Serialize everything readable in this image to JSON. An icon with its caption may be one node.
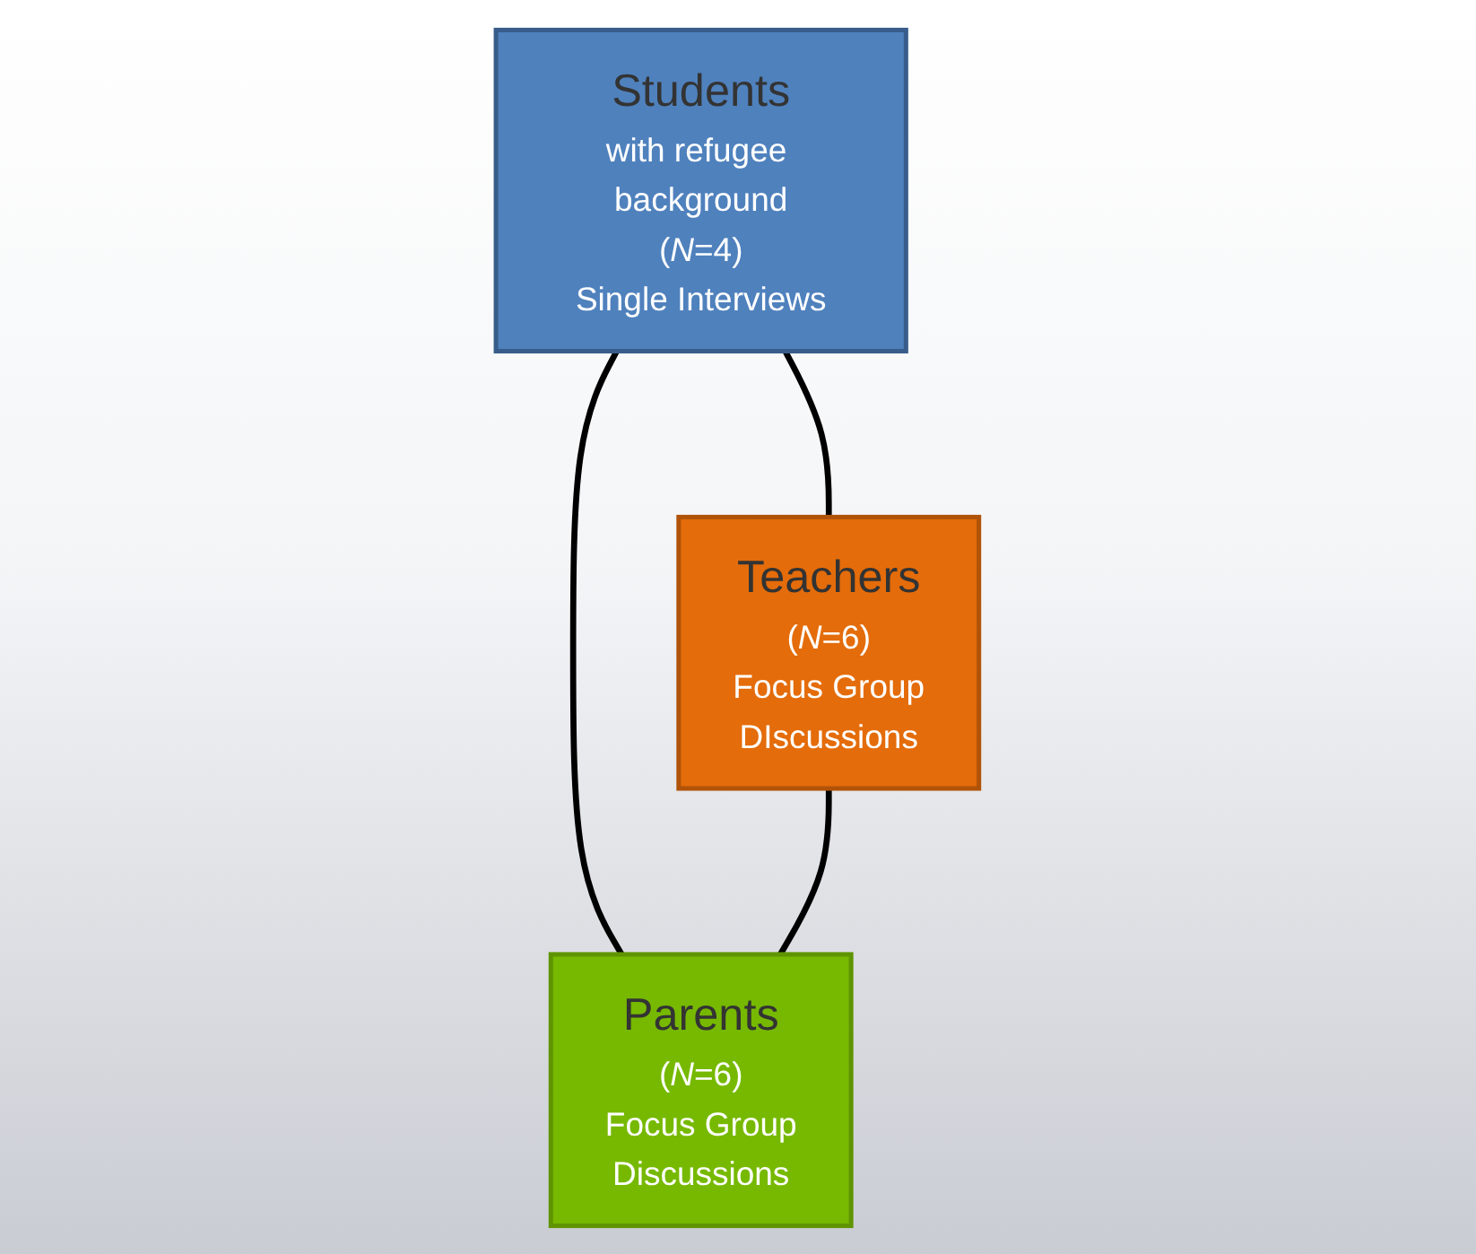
{
  "diagram": {
    "nodes": [
      {
        "text": [
          "Students",
          "with refugee background",
          "(*N*=4)",
          "Single Interviews"
        ]
      },
      {
        "text": [
          "Teachers",
          "(*N*=6)",
          "Focus Group",
          "DIscussions"
        ]
      },
      {
        "text": [
          "Parents",
          "(*N*=6)",
          "Focus Group",
          "Discussions"
        ]
      }
    ],
    "edges": [
      {
        "from": 0,
        "to": 1,
        "arrow": "none"
      },
      {
        "from": 0,
        "to": 2,
        "arrow": "none"
      },
      {
        "from": 1,
        "to": 2,
        "arrow": "none"
      }
    ]
  }
}
